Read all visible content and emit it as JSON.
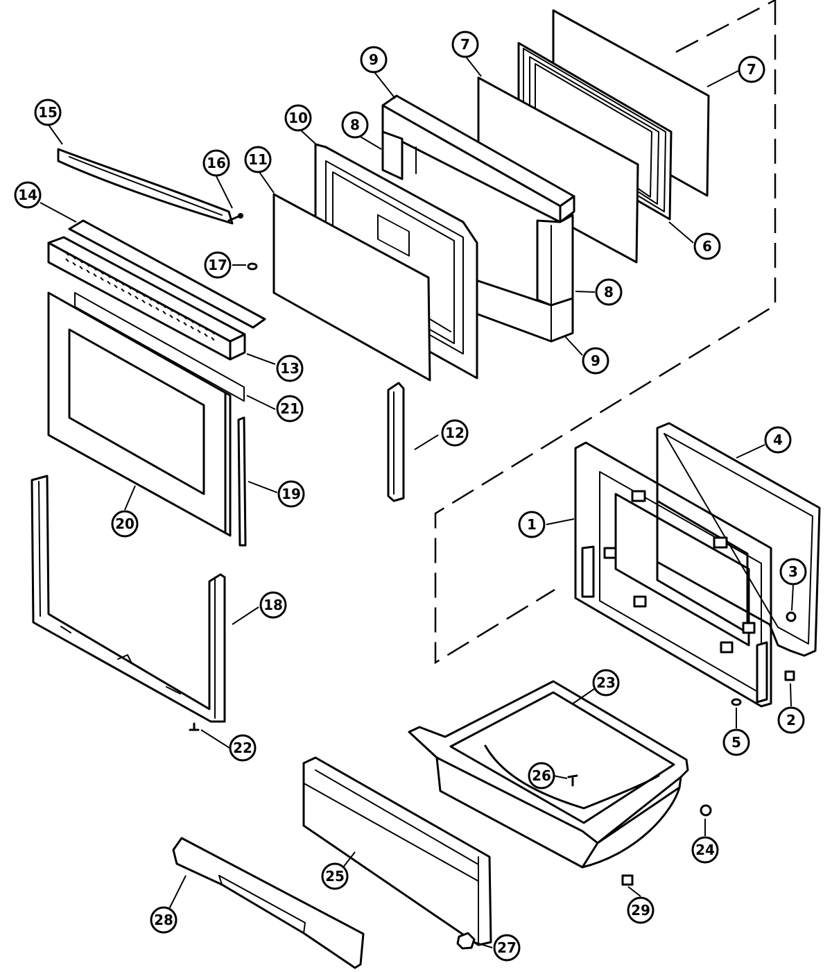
{
  "callouts": [
    {
      "id": "c1",
      "label": "1"
    },
    {
      "id": "c2",
      "label": "2"
    },
    {
      "id": "c3",
      "label": "3"
    },
    {
      "id": "c4",
      "label": "4"
    },
    {
      "id": "c5",
      "label": "5"
    },
    {
      "id": "c6",
      "label": "6"
    },
    {
      "id": "c7a",
      "label": "7"
    },
    {
      "id": "c7b",
      "label": "7"
    },
    {
      "id": "c8a",
      "label": "8"
    },
    {
      "id": "c8b",
      "label": "8"
    },
    {
      "id": "c9a",
      "label": "9"
    },
    {
      "id": "c9b",
      "label": "9"
    },
    {
      "id": "c10",
      "label": "10"
    },
    {
      "id": "c11",
      "label": "11"
    },
    {
      "id": "c12",
      "label": "12"
    },
    {
      "id": "c13",
      "label": "13"
    },
    {
      "id": "c14",
      "label": "14"
    },
    {
      "id": "c15",
      "label": "15"
    },
    {
      "id": "c16",
      "label": "16"
    },
    {
      "id": "c17",
      "label": "17"
    },
    {
      "id": "c18",
      "label": "18"
    },
    {
      "id": "c19",
      "label": "19"
    },
    {
      "id": "c20",
      "label": "20"
    },
    {
      "id": "c21",
      "label": "21"
    },
    {
      "id": "c22",
      "label": "22"
    },
    {
      "id": "c23",
      "label": "23"
    },
    {
      "id": "c24",
      "label": "24"
    },
    {
      "id": "c25",
      "label": "25"
    },
    {
      "id": "c26",
      "label": "26"
    },
    {
      "id": "c27",
      "label": "27"
    },
    {
      "id": "c28",
      "label": "28"
    },
    {
      "id": "c29",
      "label": "29"
    }
  ]
}
